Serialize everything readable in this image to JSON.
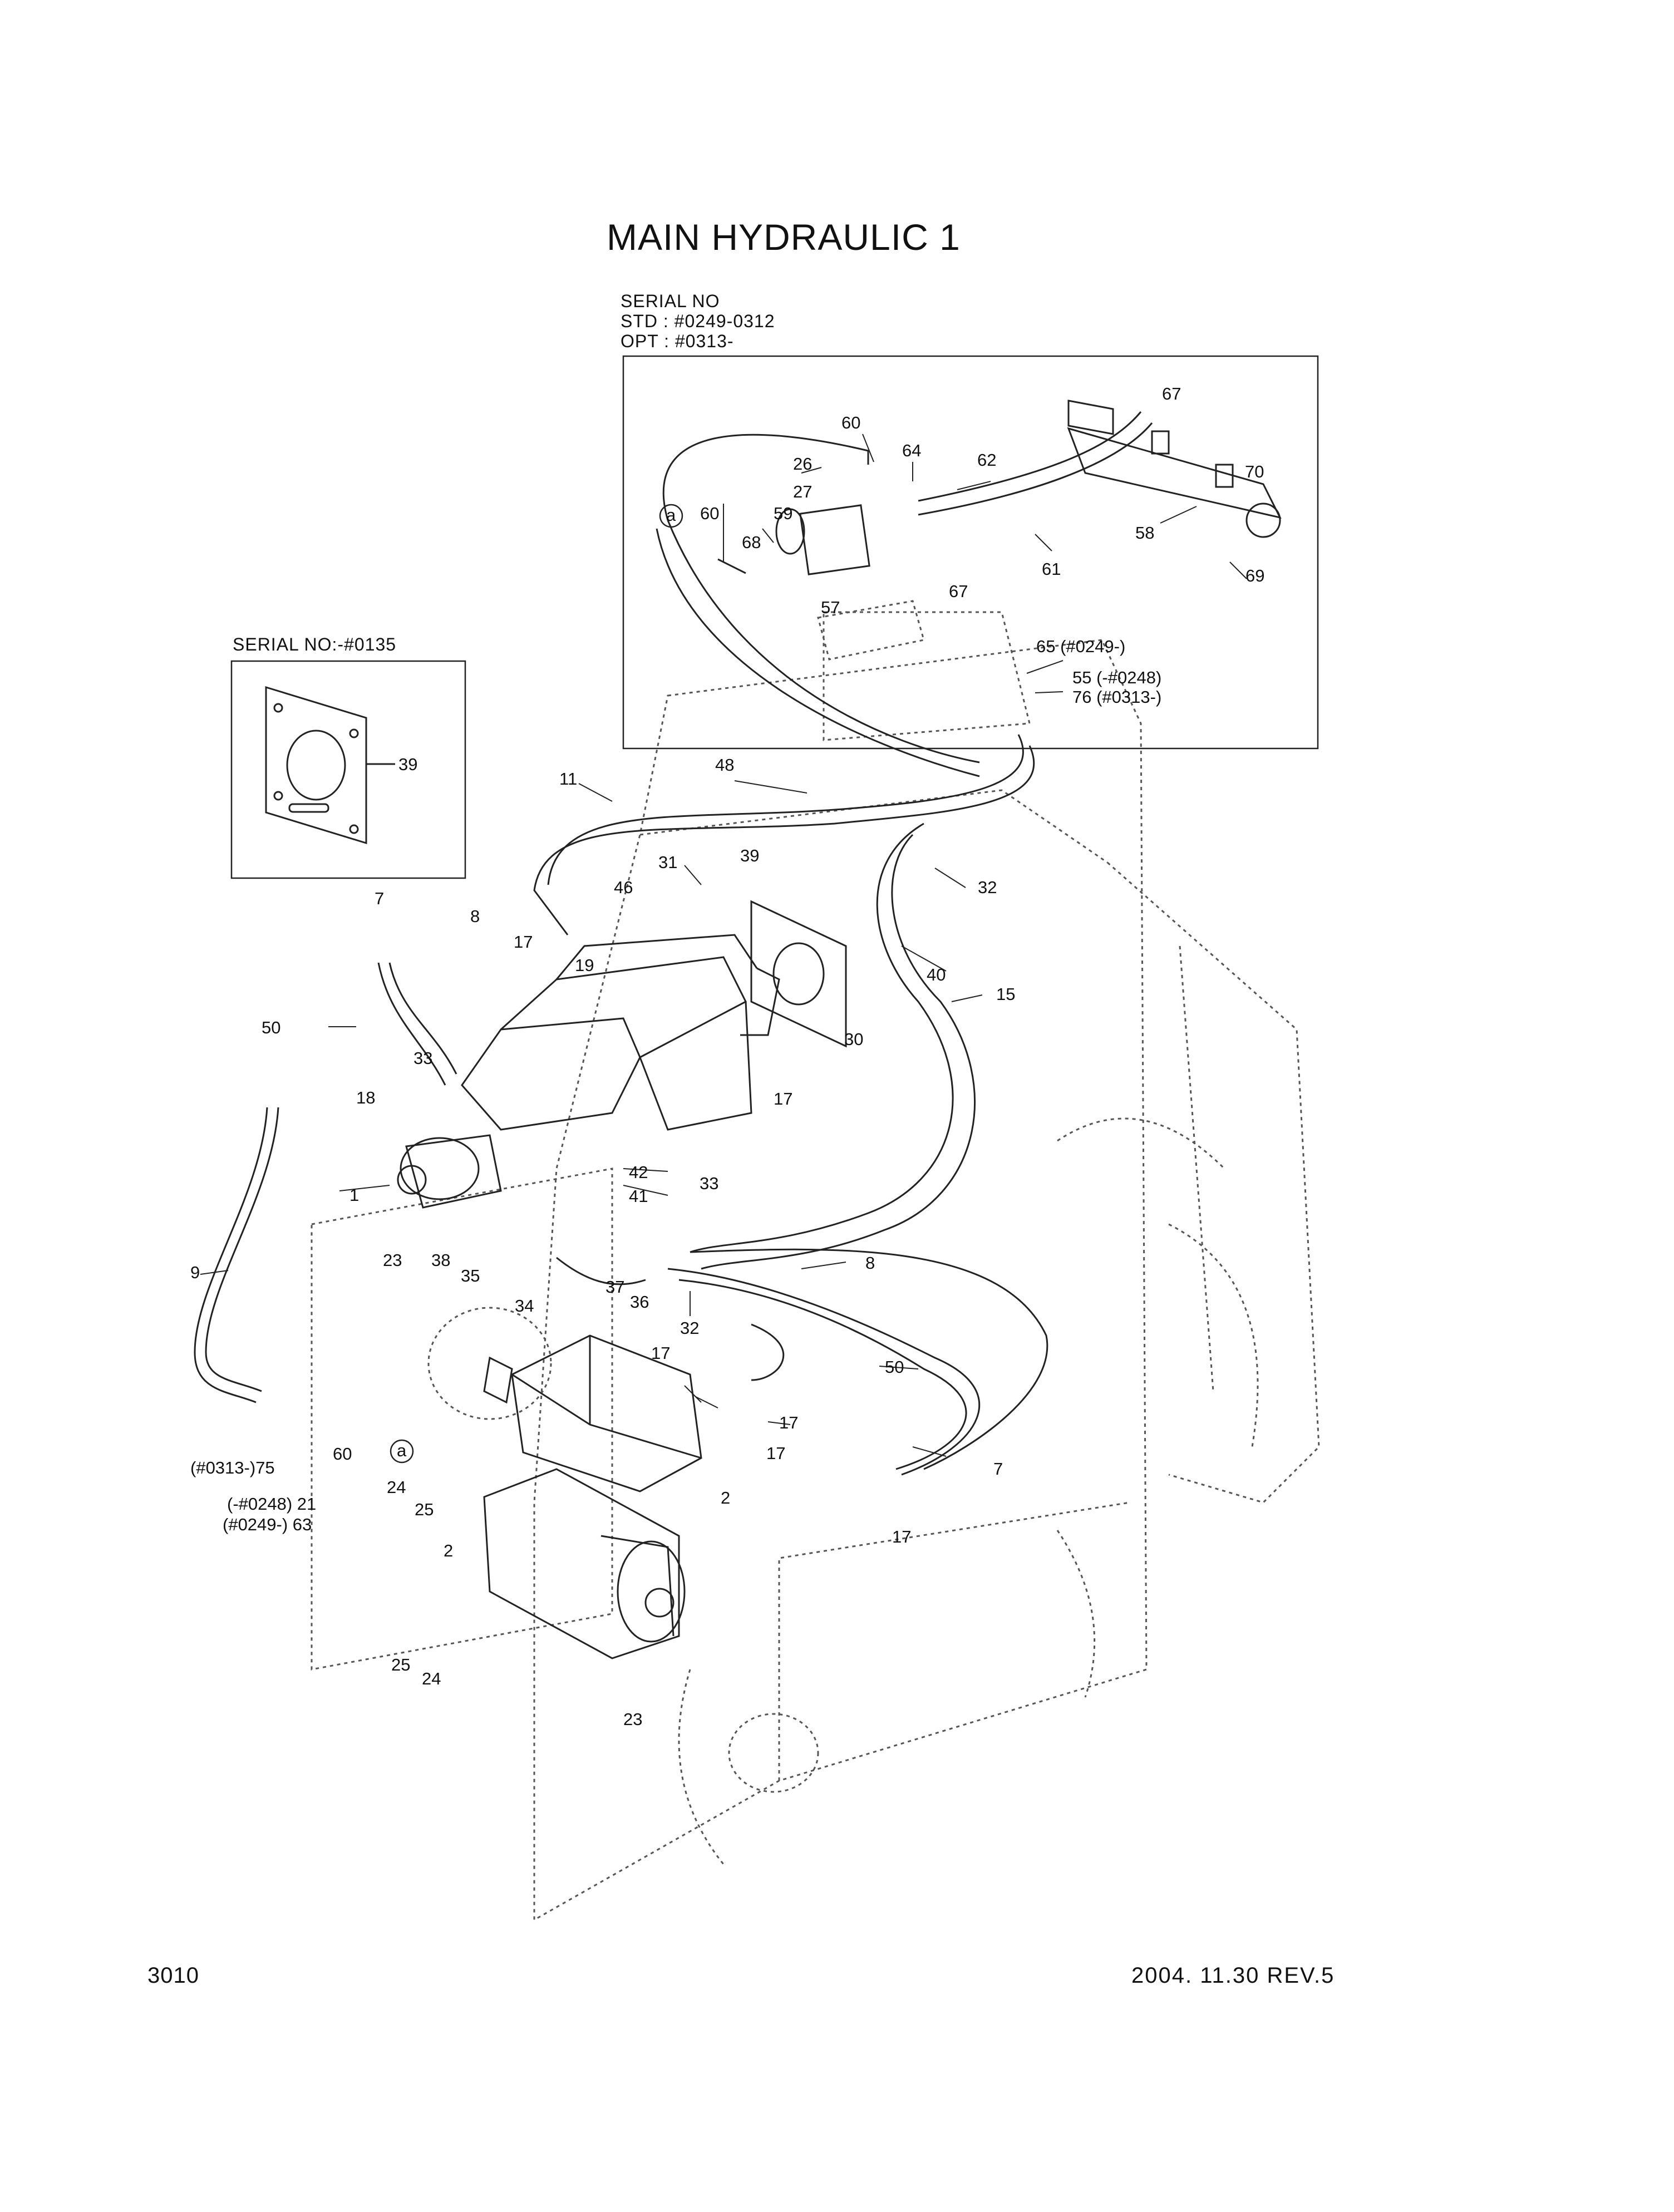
{
  "title": "MAIN HYDRAULIC 1",
  "serial_box": {
    "heading": "SERIAL NO",
    "std": "STD : #0249-0312",
    "opt": "OPT : #0313-"
  },
  "inset": {
    "serial": "SERIAL NO:-#0135"
  },
  "callouts": {
    "c60a": "60",
    "c26": "26",
    "c64": "64",
    "c62": "62",
    "c27": "27",
    "c59": "59",
    "c60b": "60",
    "c68": "68",
    "c57": "57",
    "c67a": "67",
    "c67b": "67",
    "c70": "70",
    "c58": "58",
    "c61": "61",
    "c69": "69",
    "ref_a1": "a",
    "c65": "65 (#0249-)",
    "c55": "55 (-#0248)",
    "c76": "76 (#0313-)",
    "c39a": "39",
    "c11": "11",
    "c48": "48",
    "c31": "31",
    "c39b": "39",
    "c46": "46",
    "c32a": "32",
    "c7a": "7",
    "c8a": "8",
    "c17a": "17",
    "c19": "19",
    "c40": "40",
    "c15": "15",
    "c50a": "50",
    "c33a": "33",
    "c30": "30",
    "c18": "18",
    "c17b": "17",
    "c42": "42",
    "c33b": "33",
    "c1": "1",
    "c41": "41",
    "c9": "9",
    "c23a": "23",
    "c38": "38",
    "c35": "35",
    "c8b": "8",
    "c37": "37",
    "c36": "36",
    "c34": "34",
    "c32b": "32",
    "c17c": "17",
    "c50b": "50",
    "c17d": "17",
    "c75": "(#0313-)75",
    "c60c": "60",
    "ref_a2": "a",
    "c17e": "17",
    "c7b": "7",
    "c21": "(-#0248) 21",
    "c24a": "24",
    "c25a": "25",
    "c2a": "2",
    "c63": "(#0249-) 63",
    "c2b": "2",
    "c17f": "17",
    "c25b": "25",
    "c24b": "24",
    "c23b": "23"
  },
  "footer": {
    "page": "3010",
    "date_rev": "2004. 11.30  REV.5"
  }
}
